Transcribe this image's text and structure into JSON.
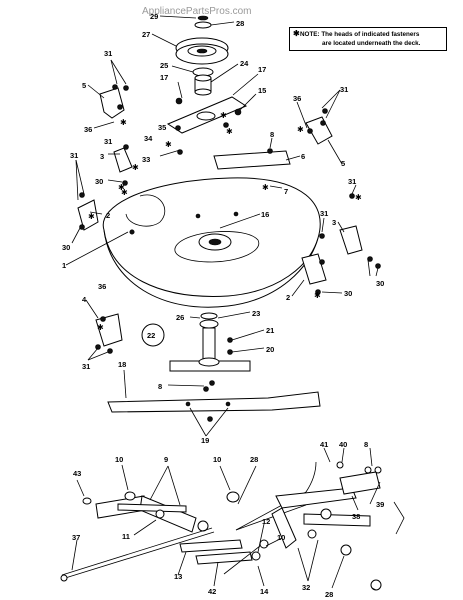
{
  "watermark": "AppliancePartsPros.com",
  "note": {
    "line1": "NOTE: The heads of indicated fasteners",
    "line2": "are located underneath the deck."
  },
  "callouts": [
    "1",
    "2",
    "3",
    "4",
    "5",
    "6",
    "7",
    "8",
    "9",
    "10",
    "11",
    "12",
    "13",
    "14",
    "15",
    "16",
    "17",
    "18",
    "19",
    "20",
    "21",
    "22",
    "23",
    "24",
    "25",
    "26",
    "27",
    "28",
    "29",
    "30",
    "31",
    "32",
    "33",
    "34",
    "35",
    "36",
    "37",
    "38",
    "39",
    "40",
    "41",
    "42",
    "43"
  ]
}
